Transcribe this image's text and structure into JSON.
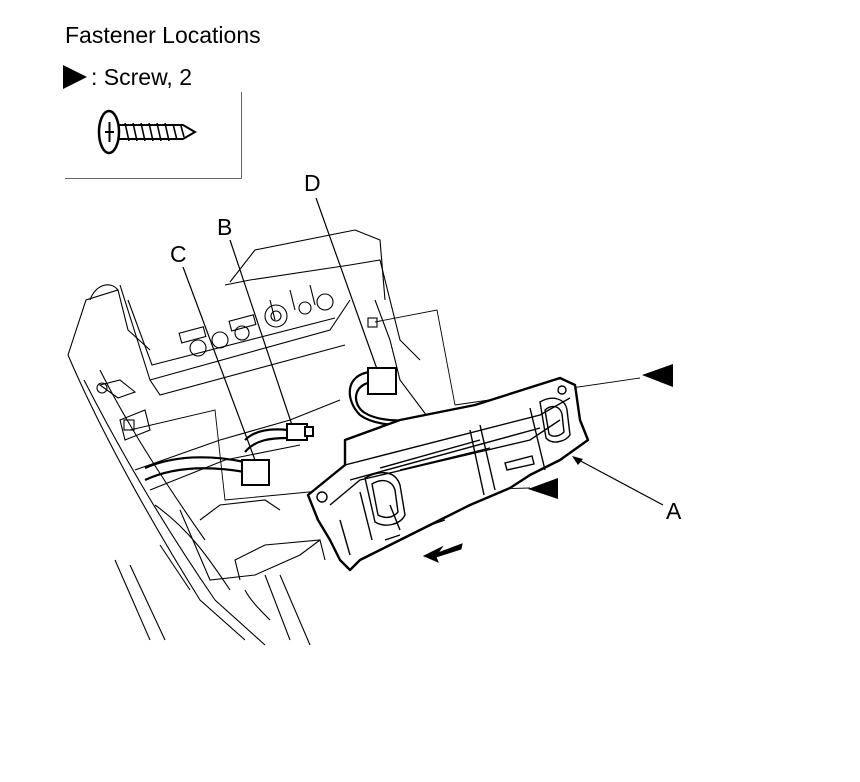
{
  "title": "Fastener Locations",
  "legend": {
    "label": ": Screw, 2",
    "icon": "screw-icon"
  },
  "callouts": {
    "a": "A",
    "b": "B",
    "c": "C",
    "d": "D"
  }
}
